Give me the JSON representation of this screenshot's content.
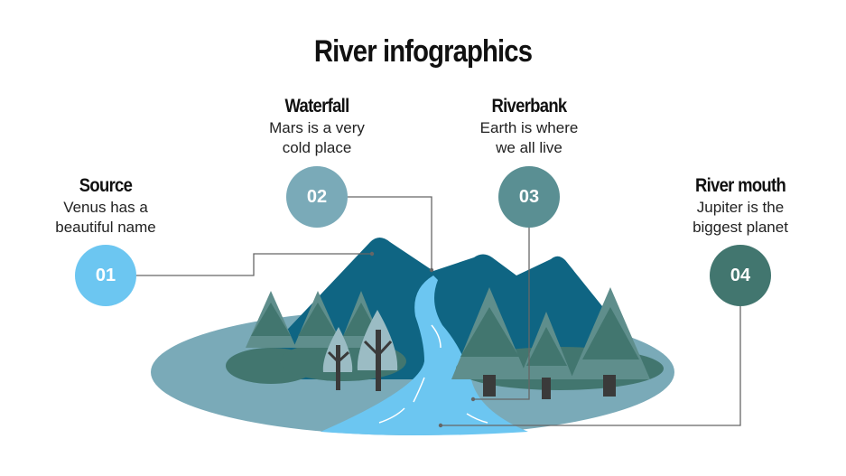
{
  "title": "River infographics",
  "colors": {
    "step1": "#6cc6f1",
    "step2": "#7aaab8",
    "step3": "#5a8f93",
    "step4": "#42766f",
    "mountain": "#0f6583",
    "ground": "#7aaab8",
    "river": "#6cc6f1",
    "tree_light": "#5f8e8c",
    "tree_dark": "#42766f",
    "trunk": "#3a3a3a",
    "connector": "#666666"
  },
  "steps": [
    {
      "number": "01",
      "title": "Source",
      "desc_line1": "Venus has a",
      "desc_line2": "beautiful name"
    },
    {
      "number": "02",
      "title": "Waterfall",
      "desc_line1": "Mars is a very",
      "desc_line2": "cold place"
    },
    {
      "number": "03",
      "title": "Riverbank",
      "desc_line1": "Earth is where",
      "desc_line2": "we all live"
    },
    {
      "number": "04",
      "title": "River mouth",
      "desc_line1": "Jupiter is the",
      "desc_line2": "biggest planet"
    }
  ]
}
